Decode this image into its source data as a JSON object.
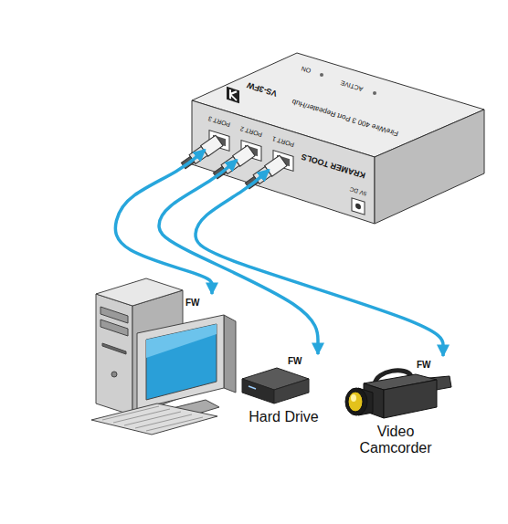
{
  "diagram": {
    "nodes": [
      {
        "text": [
          "VS-3FW",
          "FireWire 400 3 Port Repeater/Hub"
        ]
      },
      {
        "text": [
          "PORT 1"
        ],
        "in": 0
      },
      {
        "text": [
          "PORT 2"
        ],
        "in": 0
      },
      {
        "text": [
          "PORT 3"
        ],
        "in": 0
      },
      {
        "text": [
          "FW"
        ]
      },
      {
        "text": [
          "FW",
          "Hard Drive"
        ]
      },
      {
        "text": [
          "FW",
          "Video Camcorder"
        ]
      }
    ],
    "edges": [
      {
        "from": 3,
        "to": 4,
        "arrow": "both"
      },
      {
        "from": 2,
        "to": 5,
        "arrow": "both"
      },
      {
        "from": 1,
        "to": 6,
        "arrow": "both"
      }
    ],
    "labels": [
      "ON",
      "ACTIVE",
      "KRAMER TOOLS",
      "5V DC"
    ]
  }
}
